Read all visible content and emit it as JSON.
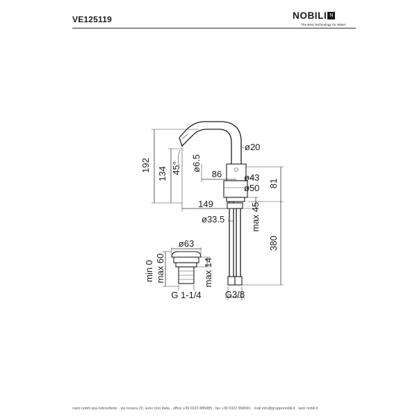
{
  "header": {
    "product_code": "VE125119",
    "brand_name": "NOBILI",
    "brand_mark": "N",
    "tagline": "The Best Technology for Water"
  },
  "dimensions": {
    "height_total": "192",
    "height_body": "134",
    "angle": "45°",
    "spout_dia": "ø20",
    "nozzle_dia": "ø6.5",
    "spout_depth": "86",
    "body_dia": "ø43",
    "base_dia": "ø50",
    "base_height": "81",
    "reach": "149",
    "deck_max": "max 45",
    "hole_dia": "ø33.5",
    "hose_length": "380",
    "hose_thread": "G3/8",
    "waste_dia": "ø63",
    "waste_min": "min 0",
    "waste_max": "max 60",
    "waste_max14": "max 14",
    "waste_thread": "G 1-1/4"
  },
  "footer": {
    "text": "carlo nobili spa rubinetterie · via novara 29, suno (no) italia · office +39 0322 885885 · fax +39 0322 858091 · mail info@grupponobili.it · web nobili.it"
  }
}
